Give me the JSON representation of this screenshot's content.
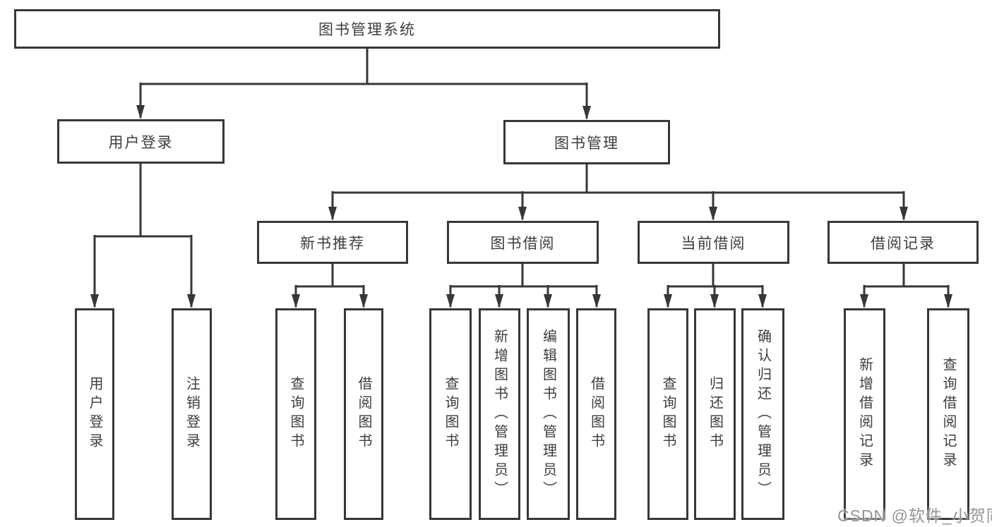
{
  "tree": {
    "root": {
      "label": "图书管理系统"
    },
    "branches": [
      {
        "label": "用户登录",
        "children": [
          {
            "label": "用户登录"
          },
          {
            "label": "注销登录"
          }
        ]
      },
      {
        "label": "图书管理",
        "children": [
          {
            "label": "新书推荐",
            "children": [
              {
                "label": "查询图书"
              },
              {
                "label": "借阅图书"
              }
            ]
          },
          {
            "label": "图书借阅",
            "children": [
              {
                "label": "查询图书"
              },
              {
                "label": "新增图书（管理员）"
              },
              {
                "label": "编辑图书（管理员）"
              },
              {
                "label": "借阅图书"
              }
            ]
          },
          {
            "label": "当前借阅",
            "children": [
              {
                "label": "查询图书"
              },
              {
                "label": "归还图书"
              },
              {
                "label": "确认归还（管理员）"
              }
            ]
          },
          {
            "label": "借阅记录",
            "children": [
              {
                "label": "新增借阅记录"
              },
              {
                "label": "查询借阅记录"
              }
            ]
          }
        ]
      }
    ]
  },
  "watermark": {
    "text": "CSDN @软件_小贺同学"
  },
  "colors": {
    "line": "#373737",
    "text": "#3d3d3d",
    "background": "#ffffff",
    "watermark": "#7d7d7d"
  }
}
